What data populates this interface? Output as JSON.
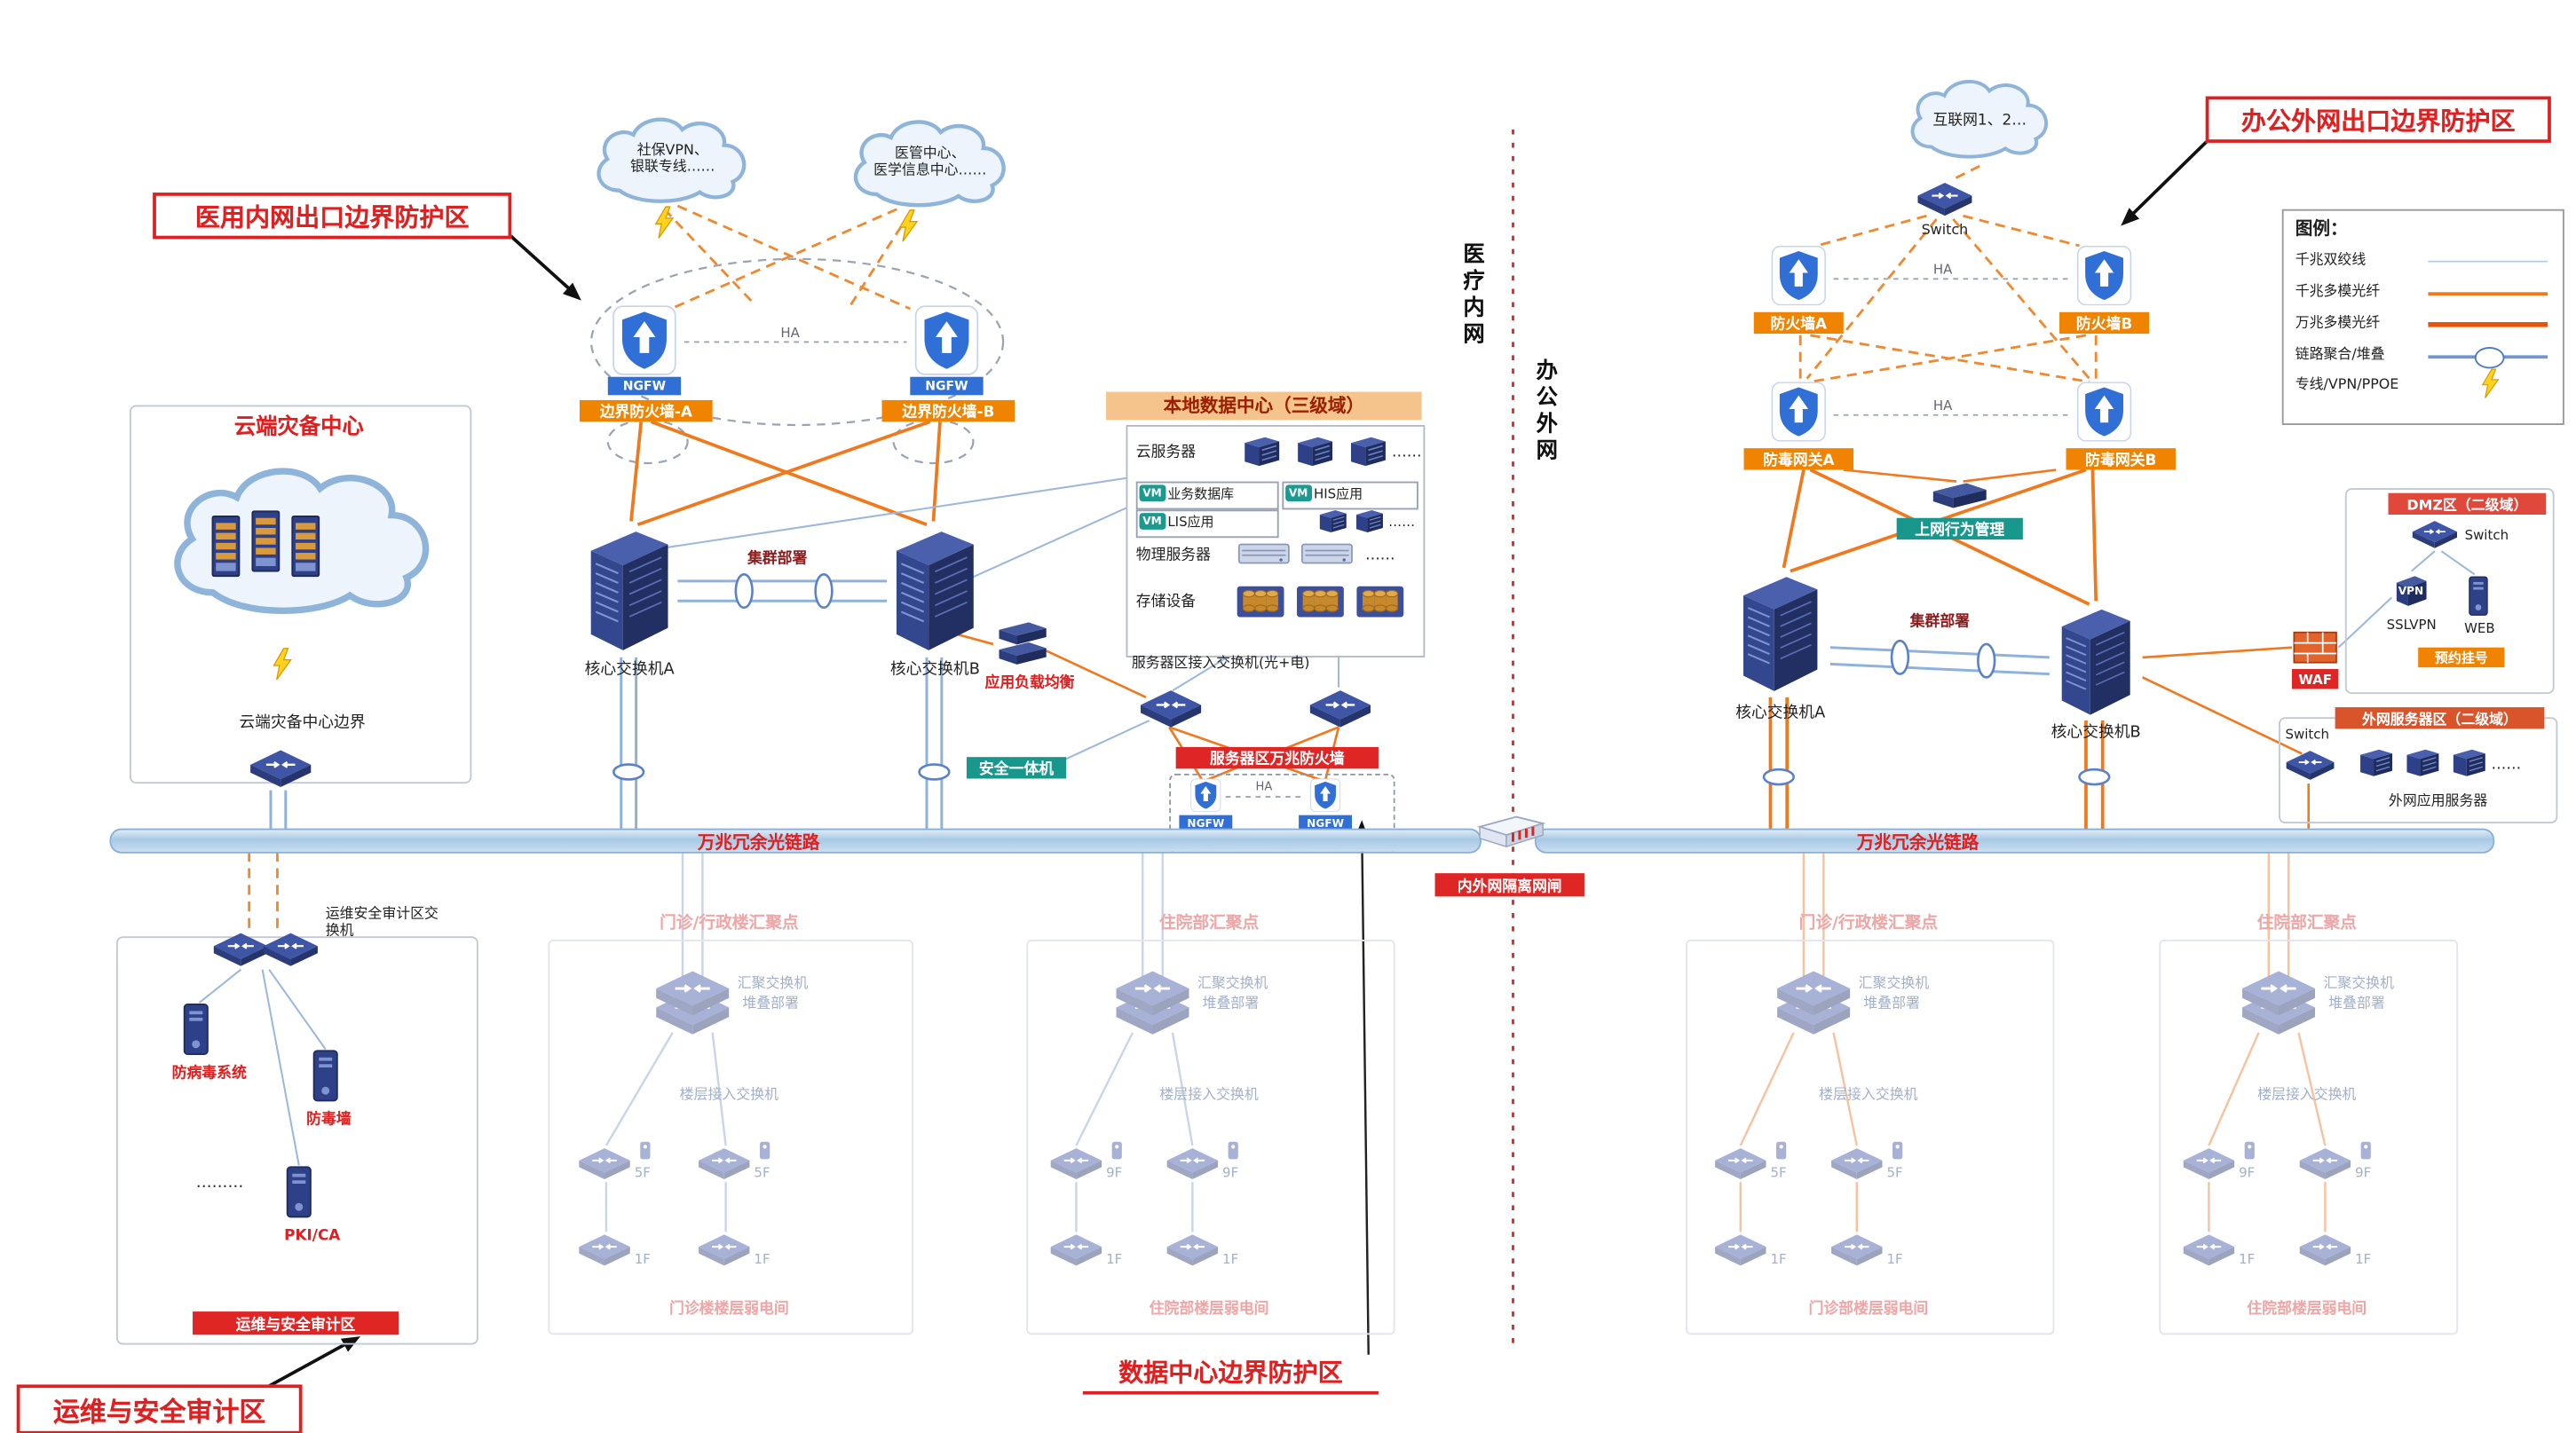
{
  "callouts": {
    "medical_exit": "医用内网出口边界防护区",
    "office_exit": "办公外网出口边界防护区",
    "ops_audit": "运维与安全审计区",
    "dc_edge": "数据中心边界防护区"
  },
  "separator": {
    "medical_net": "医疗内网",
    "office_net": "办公外网"
  },
  "clouds": {
    "social": "社保VPN、\n银联专线……",
    "medical_admin": "医管中心、\n医学信息中心……",
    "internet": "互联网1、2…"
  },
  "medical_edge": {
    "ngfw": "NGFW",
    "fw_a": "边界防火墙-A",
    "fw_b": "边界防火墙-B",
    "ha": "HA",
    "core_a": "核心交换机A",
    "core_b": "核心交换机B",
    "cluster": "集群部署"
  },
  "cloud_dr": {
    "title": "云端灾备中心",
    "edge": "云端灾备中心边界"
  },
  "datacenter": {
    "title": "本地数据中心（三级域）",
    "cloud_server": "云服务器",
    "vm": "VM",
    "biz_db": "业务数据库",
    "his": "HIS应用",
    "lis": "LIS应用",
    "physical": "物理服务器",
    "storage": "存储设备",
    "ellipsis": "……",
    "lb": "应用负载均衡",
    "access_switch": "服务器区接入交换机(光+电)",
    "appliance": "安全一体机",
    "fw_title": "服务器区万兆防火墙",
    "ngfw": "NGFW",
    "ha": "HA"
  },
  "bus": {
    "left": "万兆冗余光链路",
    "right": "万兆冗余光链路",
    "gatekeeper": "内外网隔离网闸"
  },
  "audit": {
    "switch_label": "运维安全审计区交换机",
    "antivirus": "防病毒系统",
    "av_wall": "防毒墙",
    "dots": "·········",
    "pki": "PKI/CA",
    "zone": "运维与安全审计区"
  },
  "office_edge": {
    "switch": "Switch",
    "fw_a": "防火墙A",
    "fw_b": "防火墙B",
    "gw_a": "防毒网关A",
    "gw_b": "防毒网关B",
    "ha": "HA",
    "behavior": "上网行为管理",
    "core_a": "核心交换机A",
    "core_b": "核心交换机B",
    "cluster": "集群部署"
  },
  "dmz": {
    "title": "DMZ区（二级域）",
    "switch": "Switch",
    "vpn": "VPN",
    "sslvpn": "SSLVPN",
    "web": "WEB",
    "waf": "WAF",
    "booking": "预约挂号"
  },
  "extranet": {
    "title": "外网服务器区（二级域）",
    "switch": "Switch",
    "servers": "外网应用服务器",
    "ellipsis": "……"
  },
  "legend": {
    "title": "图例：",
    "items": [
      {
        "label": "千兆双绞线"
      },
      {
        "label": "千兆多模光纤"
      },
      {
        "label": "万兆多模光纤"
      },
      {
        "label": "链路聚合/堆叠"
      },
      {
        "label": "专线/VPN/PPOE"
      }
    ]
  },
  "buildings": [
    {
      "title": "门诊/行政楼汇聚点",
      "agg1": "汇聚交换机",
      "agg2": "堆叠部署",
      "access": "楼层接入交换机",
      "floors": [
        "5F",
        "5F",
        "1F",
        "1F"
      ],
      "room": "门诊楼楼层弱电间"
    },
    {
      "title": "住院部汇聚点",
      "agg1": "汇聚交换机",
      "agg2": "堆叠部署",
      "access": "楼层接入交换机",
      "floors": [
        "9F",
        "9F",
        "1F",
        "1F"
      ],
      "room": "住院部楼层弱电间"
    },
    {
      "title": "门诊/行政楼汇聚点",
      "agg1": "汇聚交换机",
      "agg2": "堆叠部署",
      "access": "楼层接入交换机",
      "floors": [
        "5F",
        "5F",
        "1F",
        "1F"
      ],
      "room": "门诊部楼层弱电间"
    },
    {
      "title": "住院部汇聚点",
      "agg1": "汇聚交换机",
      "agg2": "堆叠部署",
      "access": "楼层接入交换机",
      "floors": [
        "9F",
        "9F",
        "1F",
        "1F"
      ],
      "room": "住院部楼层弱电间"
    }
  ],
  "colors": {
    "zone_red": "#e02020",
    "tag_orange": "#f08300",
    "tag_teal": "#18988c",
    "fiber_orange": "#f0791e",
    "copper_blue": "#8fb2dc",
    "device_navy": "#2e4188"
  }
}
